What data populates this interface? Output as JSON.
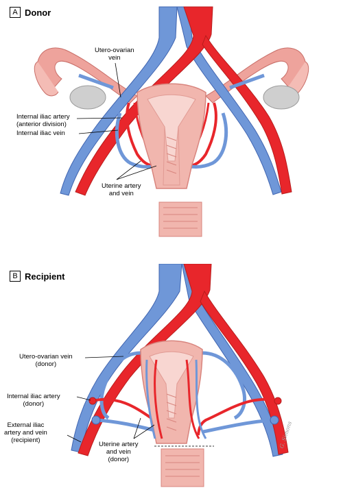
{
  "panel_a": {
    "letter": "A",
    "title": "Donor",
    "labels": {
      "utero_ovarian_vein": [
        "Utero-ovarian",
        "vein"
      ],
      "internal_iliac_artery": [
        "Internal iliac artery",
        "(anterior division)"
      ],
      "internal_iliac_vein": "Internal iliac vein",
      "uterine_artery_vein": [
        "Uterine artery",
        "and vein"
      ]
    }
  },
  "panel_b": {
    "letter": "B",
    "title": "Recipient",
    "labels": {
      "utero_ovarian_vein": [
        "Utero-ovarian vein",
        "(donor)"
      ],
      "internal_iliac_artery": [
        "Internal iliac artery",
        "(donor)"
      ],
      "external_iliac": [
        "External iliac",
        "artery and vein",
        "(recipient)"
      ],
      "uterine_artery_vein": [
        "Uterine artery",
        "and vein",
        "(donor)"
      ]
    },
    "signature": "G. Simons"
  },
  "colors": {
    "artery": "#e8262b",
    "artery_dark": "#b71c1c",
    "vein": "#6f97d8",
    "vein_dark": "#3f64b0",
    "tissue": "#f1b6ae",
    "tissue_dark": "#d8847d",
    "ovary": "#cfcfcf"
  }
}
